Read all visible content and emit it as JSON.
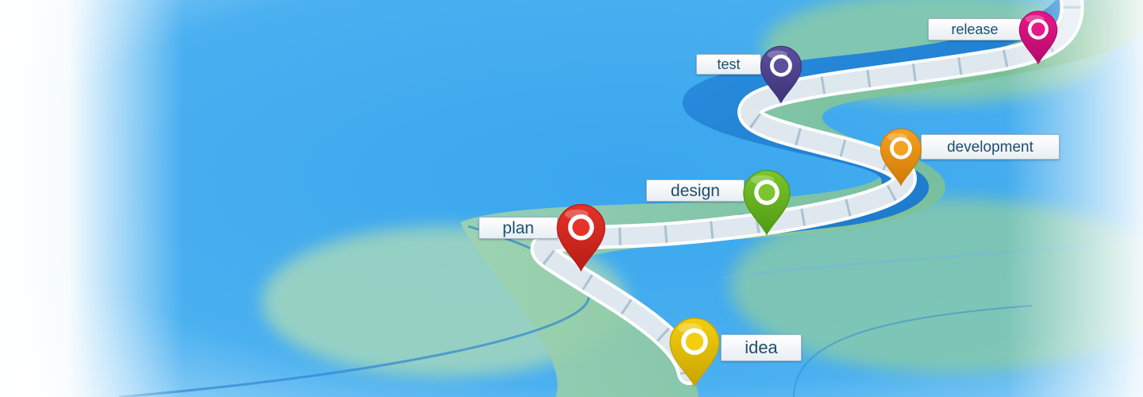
{
  "milestones": [
    {
      "key": "idea",
      "label": "idea",
      "color": "#f2cf10",
      "dark": "#c9a400"
    },
    {
      "key": "plan",
      "label": "plan",
      "color": "#e5332a",
      "dark": "#b71c16"
    },
    {
      "key": "design",
      "label": "design",
      "color": "#7cc52e",
      "dark": "#4f9a12"
    },
    {
      "key": "development",
      "label": "development",
      "color": "#f5a121",
      "dark": "#d07a06"
    },
    {
      "key": "test",
      "label": "test",
      "color": "#5b4f9e",
      "dark": "#3c3478"
    },
    {
      "key": "release",
      "label": "release",
      "color": "#e8178c",
      "dark": "#b30a68"
    }
  ],
  "colors": {
    "sky": "#3fa9ee",
    "sky_light": "#8fd0f7",
    "meadow": "#86c79a",
    "river_dark": "#1f7fd0",
    "road": "#f4f7fa",
    "road_stripe": "#b6c9d6"
  }
}
